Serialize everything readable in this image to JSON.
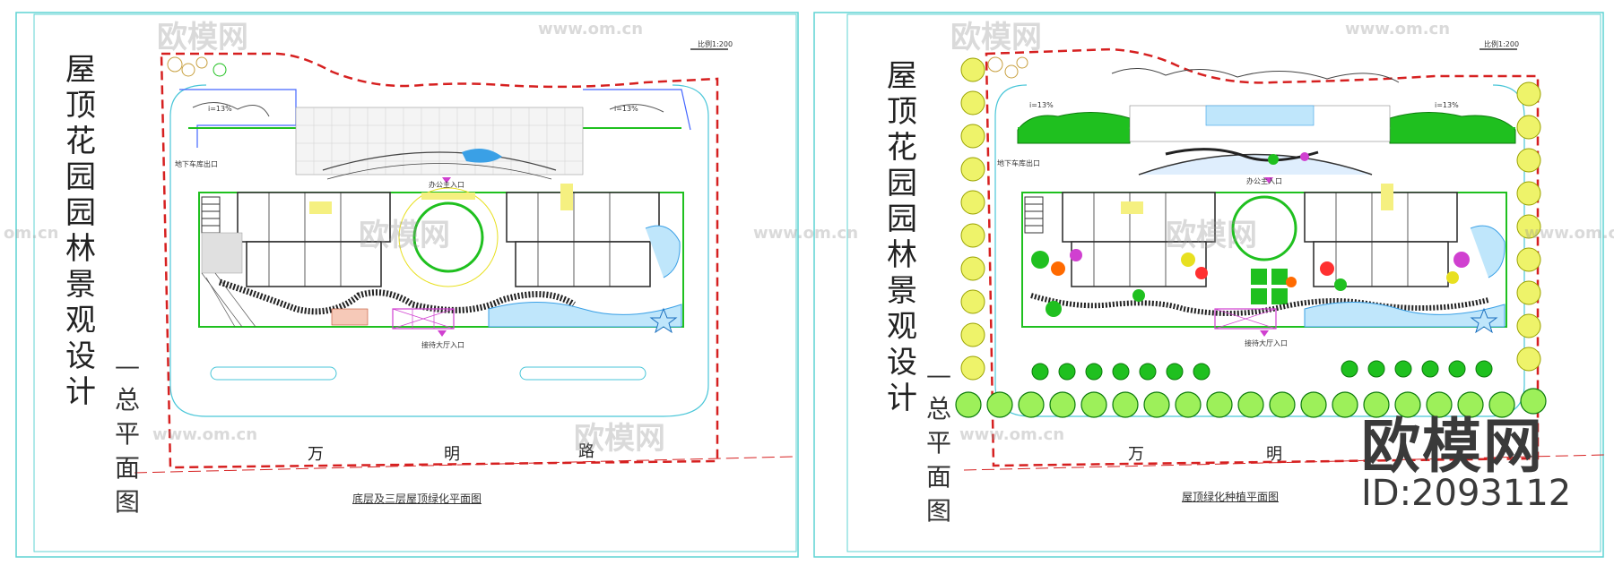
{
  "panels": [
    {
      "title": "屋顶花园园林景观设计",
      "subtitle": "—总平面图",
      "road": [
        "万",
        "明",
        "路"
      ],
      "caption": "底层及三层屋顶绿化平面图",
      "labels": {
        "slope_left": "i=13%",
        "slope_right": "i=13%",
        "office_entry": "办公主入口",
        "reception_entry": "接待大厅入口",
        "parking_exit": "地下车库出口",
        "scale": "比例1:200"
      }
    },
    {
      "title": "屋顶花园园林景观设计",
      "subtitle": "—总平面图",
      "road": [
        "万",
        "明"
      ],
      "caption": "屋顶绿化种植平面图",
      "labels": {
        "slope_left": "i=13%",
        "slope_right": "i=13%",
        "office_entry": "办公主入口",
        "reception_entry": "接待大厅入口",
        "parking_exit": "地下车库出口",
        "scale": "比例1:200"
      }
    }
  ],
  "watermarks": {
    "brand": "欧模网",
    "url": "www.om.cn",
    "url_short": "om.cn"
  },
  "stamp": {
    "brand": "欧模网",
    "id": "ID:2093112"
  },
  "colors": {
    "frame": "#5fd3d3",
    "boundary": "#d62020",
    "building": "#333333",
    "green": "#1fc01f",
    "water": "#3aa0e6",
    "yellow": "#e8e020",
    "magenta": "#d040d0"
  }
}
